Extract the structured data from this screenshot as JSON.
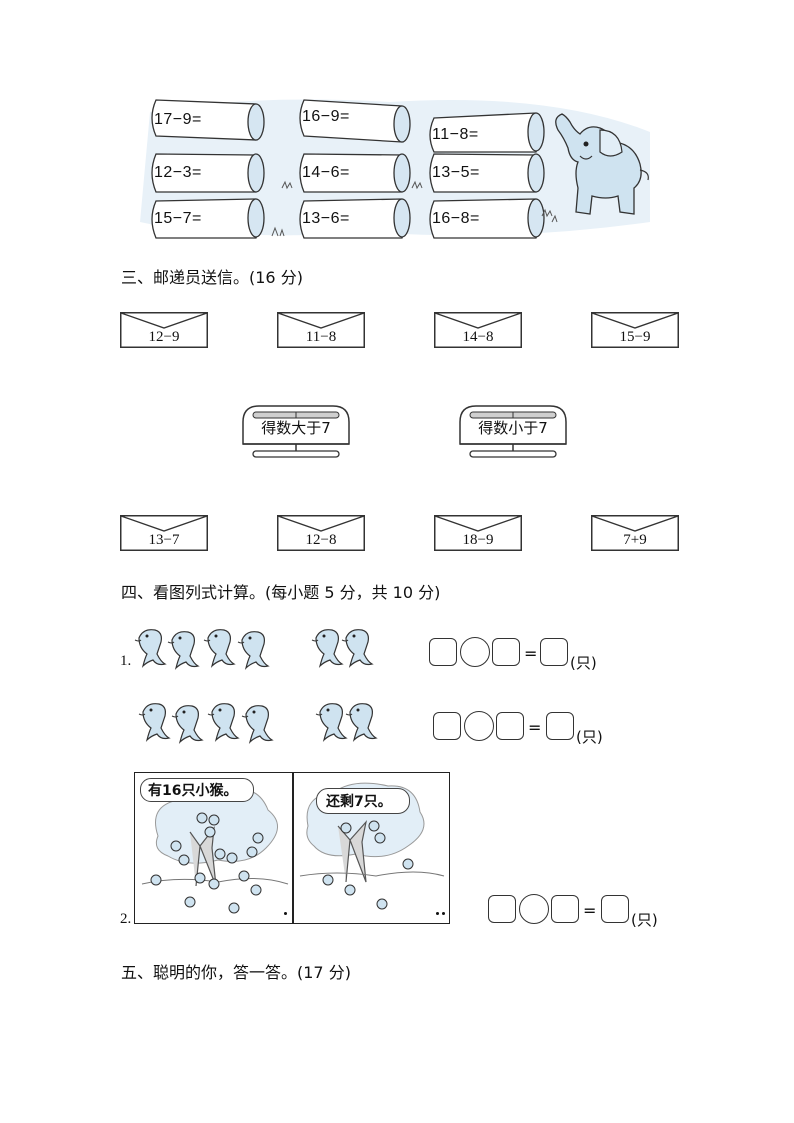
{
  "pipes": {
    "col1": [
      "17−9=",
      "12−3=",
      "15−7="
    ],
    "col2": [
      "16−9=",
      "14−6=",
      "13−6="
    ],
    "col3": [
      "11−8=",
      "13−5=",
      "16−8="
    ]
  },
  "section3": {
    "title": "三、邮递员送信。(16 分)",
    "top_envelopes": [
      "12−9",
      "11−8",
      "14−8",
      "15−9"
    ],
    "mailboxes": [
      "得数大于7",
      "得数小于7"
    ],
    "bottom_envelopes": [
      "13−7",
      "12−8",
      "18−9",
      "7+9"
    ]
  },
  "section4": {
    "title": "四、看图列式计算。(每小题 5 分，共 10 分)",
    "q1_number": "1.",
    "q2_number": "2.",
    "equals": "=",
    "unit": "(只)",
    "bubble_left": "有16只小猴。",
    "bubble_right": "还剩7只。",
    "colors": {
      "animal_fill": "#cfe3f0",
      "outline": "#333333"
    }
  },
  "section5": {
    "title": "五、聪明的你，答一答。(17 分)"
  }
}
